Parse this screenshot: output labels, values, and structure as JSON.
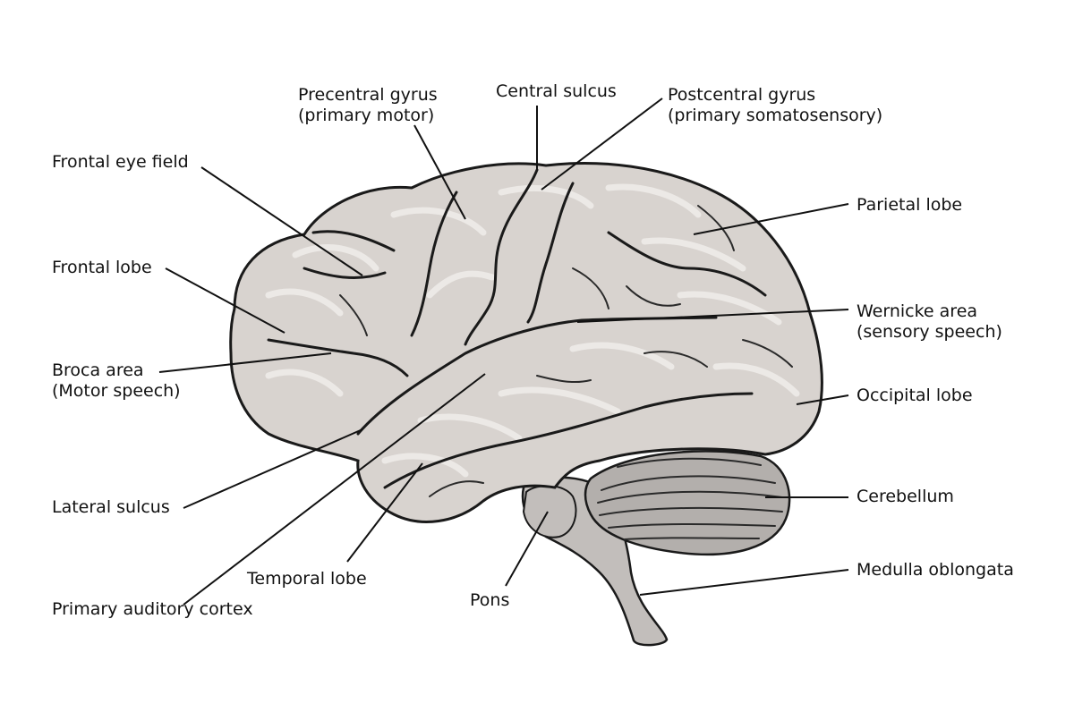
{
  "labels": {
    "precentral_1": "Precentral gyrus",
    "precentral_2": "(primary motor)",
    "central_sulcus": "Central sulcus",
    "postcentral_1": "Postcentral gyrus",
    "postcentral_2": "(primary somatosensory)",
    "frontal_eye_field": "Frontal eye field",
    "parietal_lobe": "Parietal lobe",
    "frontal_lobe": "Frontal lobe",
    "wernicke_1": "Wernicke area",
    "wernicke_2": "(sensory speech)",
    "broca_1": "Broca area",
    "broca_2": "(Motor speech)",
    "occipital_lobe": "Occipital lobe",
    "cerebellum": "Cerebellum",
    "lateral_sulcus": "Lateral sulcus",
    "medulla": "Medulla oblongata",
    "temporal_lobe": "Temporal lobe",
    "pons": "Pons",
    "primary_auditory": "Primary auditory cortex"
  },
  "colors": {
    "brain_fill": "#d8d3cf",
    "brain_outline": "#1a1a1a",
    "brainstem_fill": "#c2bebb",
    "cerebellum_fill": "#b3afac",
    "label_text": "#111111"
  }
}
